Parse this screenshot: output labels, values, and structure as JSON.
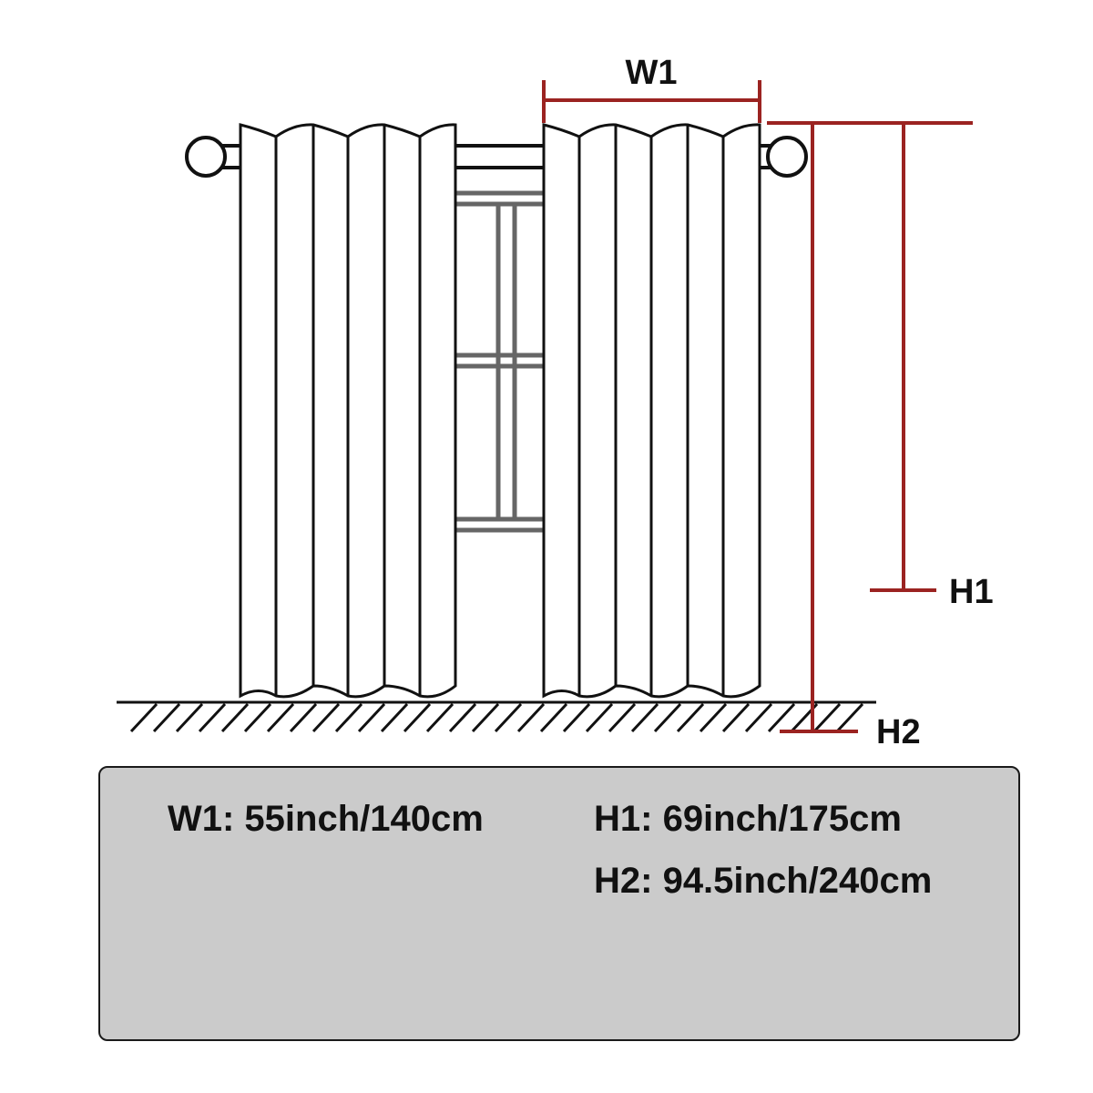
{
  "dimension_labels": {
    "w1": "W1",
    "h1": "H1",
    "h2": "H2"
  },
  "specs": {
    "w1": "W1: 55inch/140cm",
    "h1": "H1: 69inch/175cm",
    "h2": "H2: 94.5inch/240cm"
  },
  "colors": {
    "dimension_line": "#9b2321",
    "outline": "#111111",
    "window_frame": "#666666",
    "panel_background": "#cbcbcb"
  }
}
